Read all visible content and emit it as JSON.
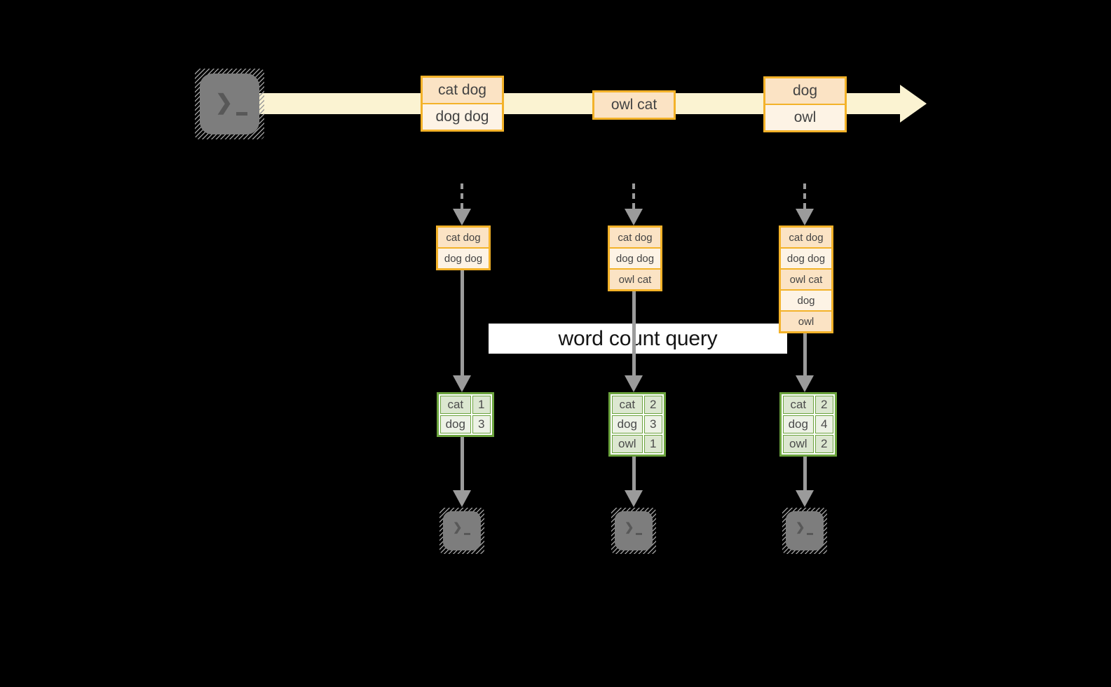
{
  "banner": {
    "label": "word count query"
  },
  "source": {
    "icon": "terminal"
  },
  "sink": {
    "icon": "terminal"
  },
  "stream": {
    "events": [
      {
        "lines": [
          "cat dog",
          "dog dog"
        ]
      },
      {
        "lines": [
          "owl cat"
        ]
      },
      {
        "lines": [
          "dog",
          "owl"
        ]
      }
    ]
  },
  "snapshots": [
    {
      "input": [
        "cat dog",
        "dog dog"
      ],
      "counts": [
        [
          "cat",
          "1"
        ],
        [
          "dog",
          "3"
        ]
      ]
    },
    {
      "input": [
        "cat dog",
        "dog dog",
        "owl cat"
      ],
      "counts": [
        [
          "cat",
          "2"
        ],
        [
          "dog",
          "3"
        ],
        [
          "owl",
          "1"
        ]
      ]
    },
    {
      "input": [
        "cat dog",
        "dog dog",
        "owl cat",
        "dog",
        "owl"
      ],
      "counts": [
        [
          "cat",
          "2"
        ],
        [
          "dog",
          "4"
        ],
        [
          "owl",
          "2"
        ]
      ]
    }
  ],
  "colors": {
    "accent_orange": "#f3b229",
    "peach_dark": "#fbe3c4",
    "peach_light": "#fdf3e5",
    "stream_cream": "#fbf3d2",
    "green_border": "#6ca43e",
    "green_cell_dark": "#dce7d0",
    "green_cell_light": "#edf2e6",
    "arrow_gray": "#9b9b9b",
    "icon_gray": "#7d7d7d",
    "banner_bg": "#ffffff"
  }
}
